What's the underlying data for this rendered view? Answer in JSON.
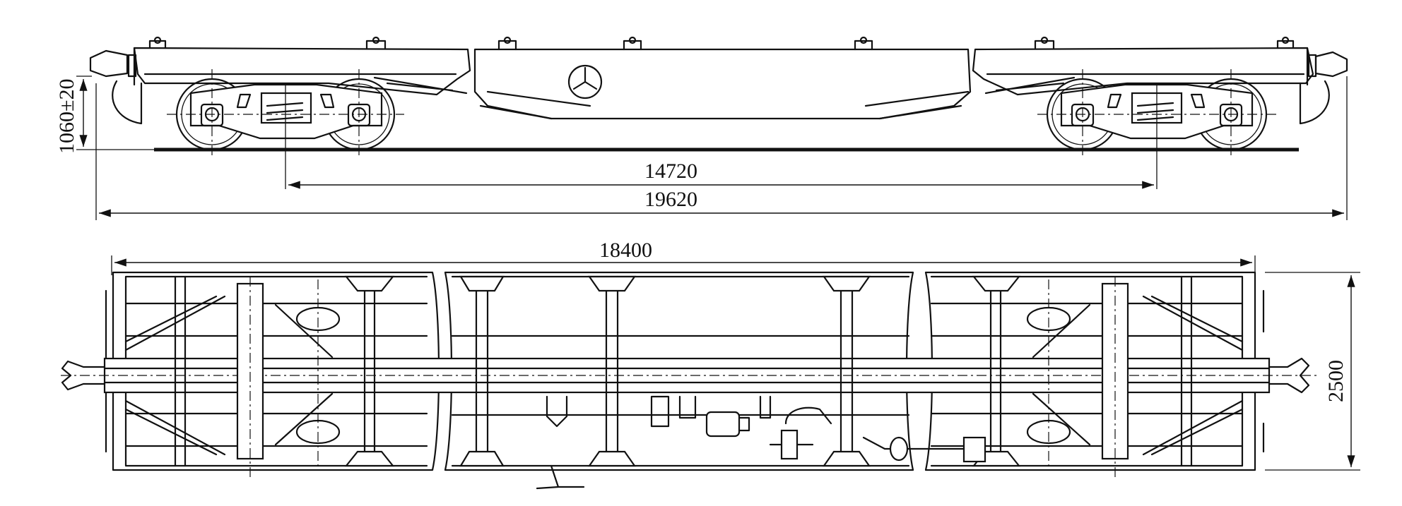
{
  "dimensions": {
    "coupler_height": "1060±20",
    "bogie_centers": "14720",
    "overall_length": "19620",
    "frame_length": "18400",
    "frame_width": "2500"
  }
}
